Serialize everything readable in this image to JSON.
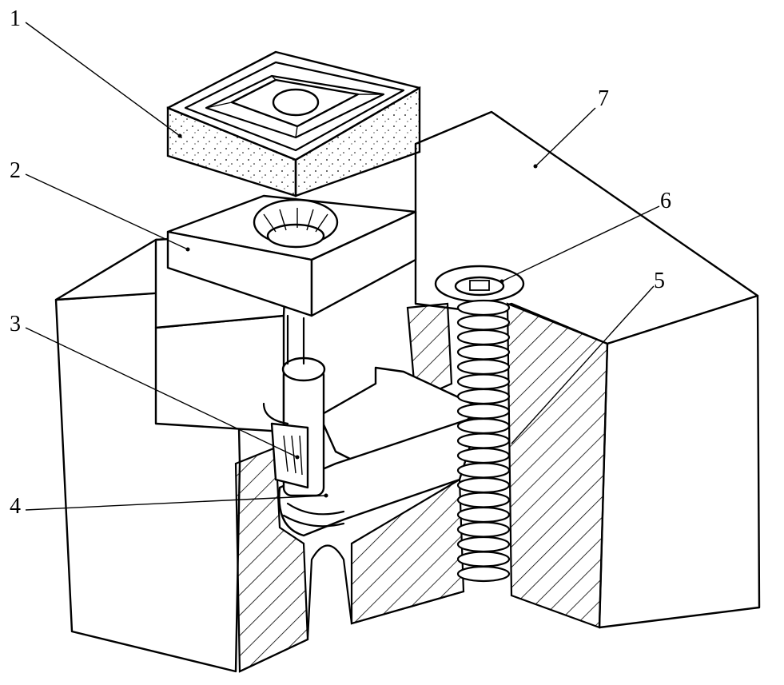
{
  "labels": [
    "1",
    "2",
    "3",
    "4",
    "5",
    "6",
    "7"
  ],
  "colors": {
    "line": "#000000",
    "background": "#ffffff"
  }
}
